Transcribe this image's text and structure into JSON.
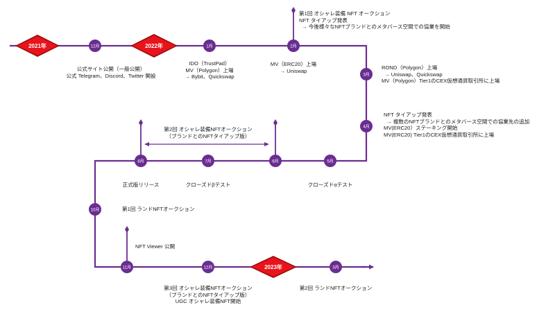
{
  "colors": {
    "line": "#6a2d91",
    "year_fill": "#e8141c",
    "year_border": "#9a0a10",
    "year_text": "#ffffff",
    "text": "#1a1a1a"
  },
  "years": {
    "y2021": "2021年",
    "y2022": "2022年",
    "y2023": "2023年"
  },
  "months": {
    "m2021_12": "12月",
    "m2022_1": "1月",
    "m2022_2": "2月",
    "m2022_3": "3月",
    "m2022_4": "4月",
    "m2022_5": "5月",
    "m2022_6": "6月",
    "m2022_7": "7月",
    "m2022_8": "8月",
    "m2022_10": "10月",
    "m2022_11": "11月",
    "m2022_12": "12月",
    "m2023_3": "3月"
  },
  "events": {
    "dec2021": [
      "公式サイト公開（一般公開）",
      "公式 Telegram、Discord、Twitter 開設"
    ],
    "jan2022": [
      "IDO（TrustPad）",
      "MV（Polygon）上場",
      "→ Bybit、Quickswap"
    ],
    "feb2022_top": [
      "第1回 オシャレ装備 NFT オークション",
      "NFT タイアップ発表",
      "→ 今後様々なNFTブランドとのメタバース空間での協業を開始"
    ],
    "feb2022": [
      "MV（ERC20）上場",
      "→ Uniswap"
    ],
    "mar2022": [
      "ROND（Polygon）上場",
      "→ Uniswap、Quickswap",
      "MV（Polygon）Tier1のCEX仮想通貨取引所に上場"
    ],
    "apr2022": [
      "NFT タイアップ発表",
      "→ 複数のNFTブランドとのメタバース空間での協業先の追加",
      "MV(ERC20）ステーキング開始",
      "MV(ERC20) Tier1のCEX仮想通貨取引所に上場"
    ],
    "may2022": [
      "クローズドαテスト"
    ],
    "jul2022": [
      "クローズドβテスト"
    ],
    "aug2022": [
      "正式版リリース"
    ],
    "auction2": [
      "第2回 オシャレ装備NFTオークション",
      "（ブランドとのNFTタイアップ版）"
    ],
    "oct2022": [
      "第1回 ランドNFTオークション"
    ],
    "viewer": [
      "NFT Viewer 公開"
    ],
    "dec2022": [
      "第3回 オシャレ装備NFTオークション",
      "（ブランドとのNFTタイアップ版）",
      "UGC オシャレ装備NFT開始"
    ],
    "mar2023": [
      "第2回 ランドNFTオークション"
    ]
  }
}
